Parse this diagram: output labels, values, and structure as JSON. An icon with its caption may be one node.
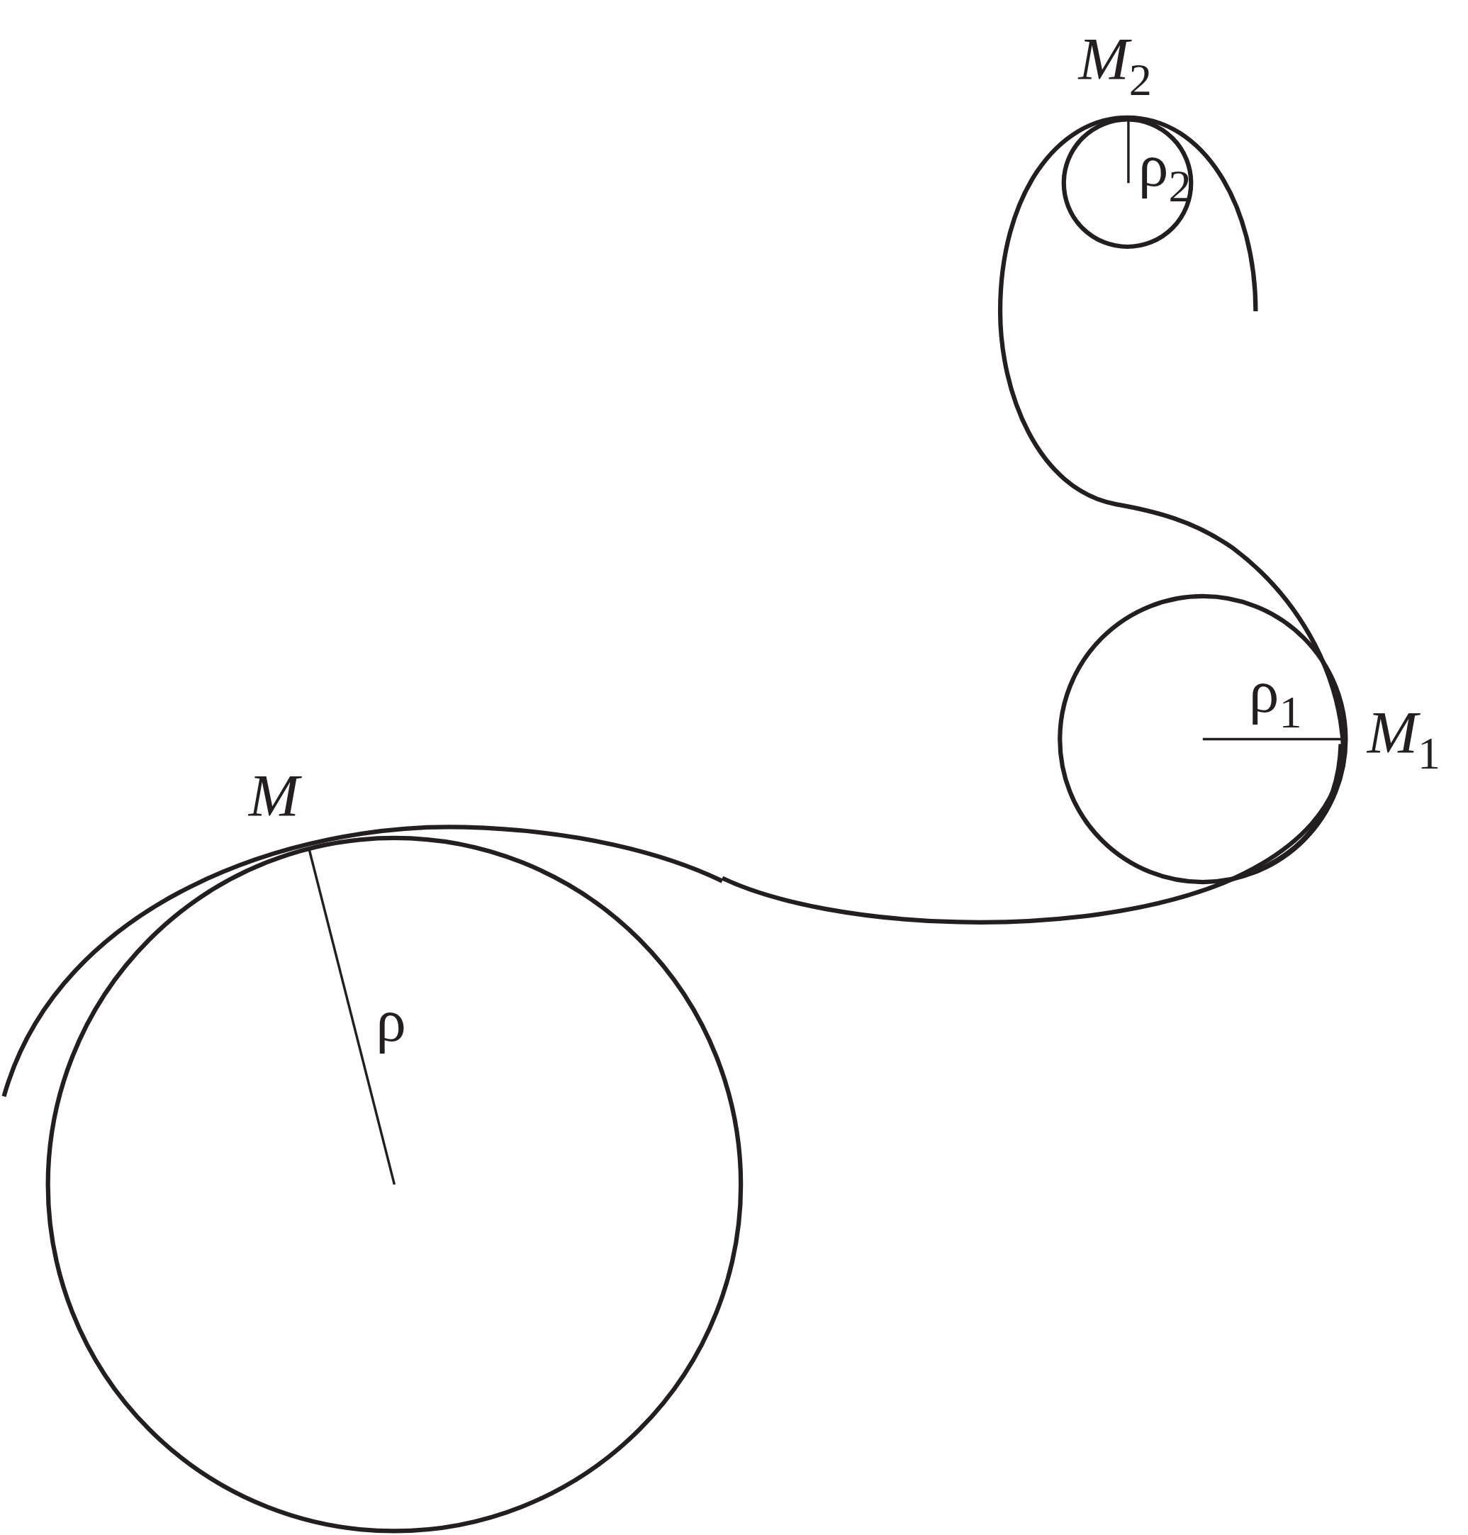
{
  "diagram": {
    "labels": [
      "*M*$_{2}$",
      "ρ$_{2}$",
      "ρ$_{1}$",
      "*M*$_{1}$",
      "M",
      "ρ"
    ]
  }
}
